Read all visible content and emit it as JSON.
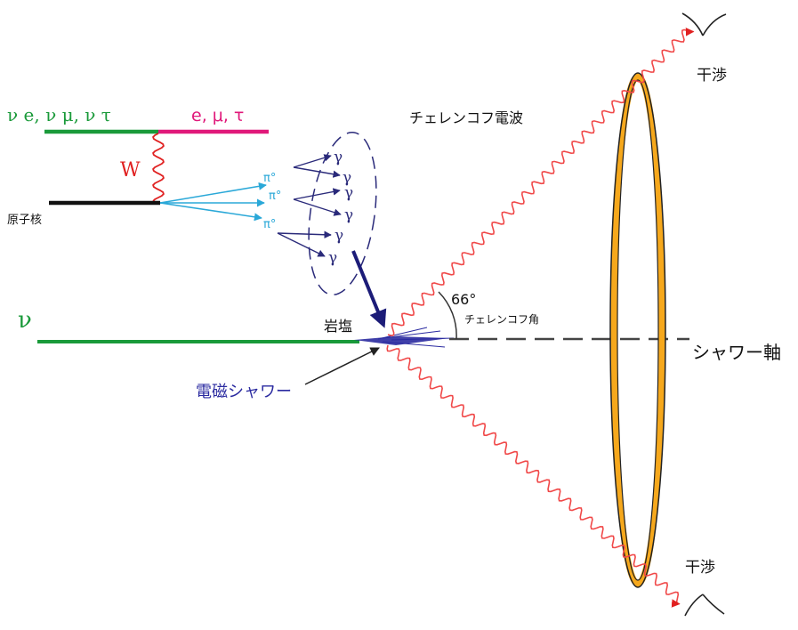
{
  "labels": {
    "neutrino_flavors": "ν e, ν μ, ν τ",
    "leptons": "e, μ, τ",
    "w_boson": "W",
    "nucleus": "原子核",
    "pion": "π°",
    "gamma": "γ",
    "neutrino": "ν",
    "rock_salt": "岩塩",
    "em_shower": "電磁シャワー",
    "cherenkov_wave": "チェレンコフ電波",
    "angle_value": "66°",
    "cherenkov_angle": "チェレンコフ角",
    "shower_axis": "シャワー軸",
    "interference": "干渉"
  },
  "colors": {
    "neutrino_green": "#1a9a3a",
    "lepton_pink": "#e0187a",
    "w_red": "#e02020",
    "pion_cyan": "#2aa8d8",
    "gamma_navy": "#2a2a7a",
    "shower_blue": "#2a2aa0",
    "wave_red": "#f04848",
    "ellipse_orange": "#f6a81c"
  }
}
